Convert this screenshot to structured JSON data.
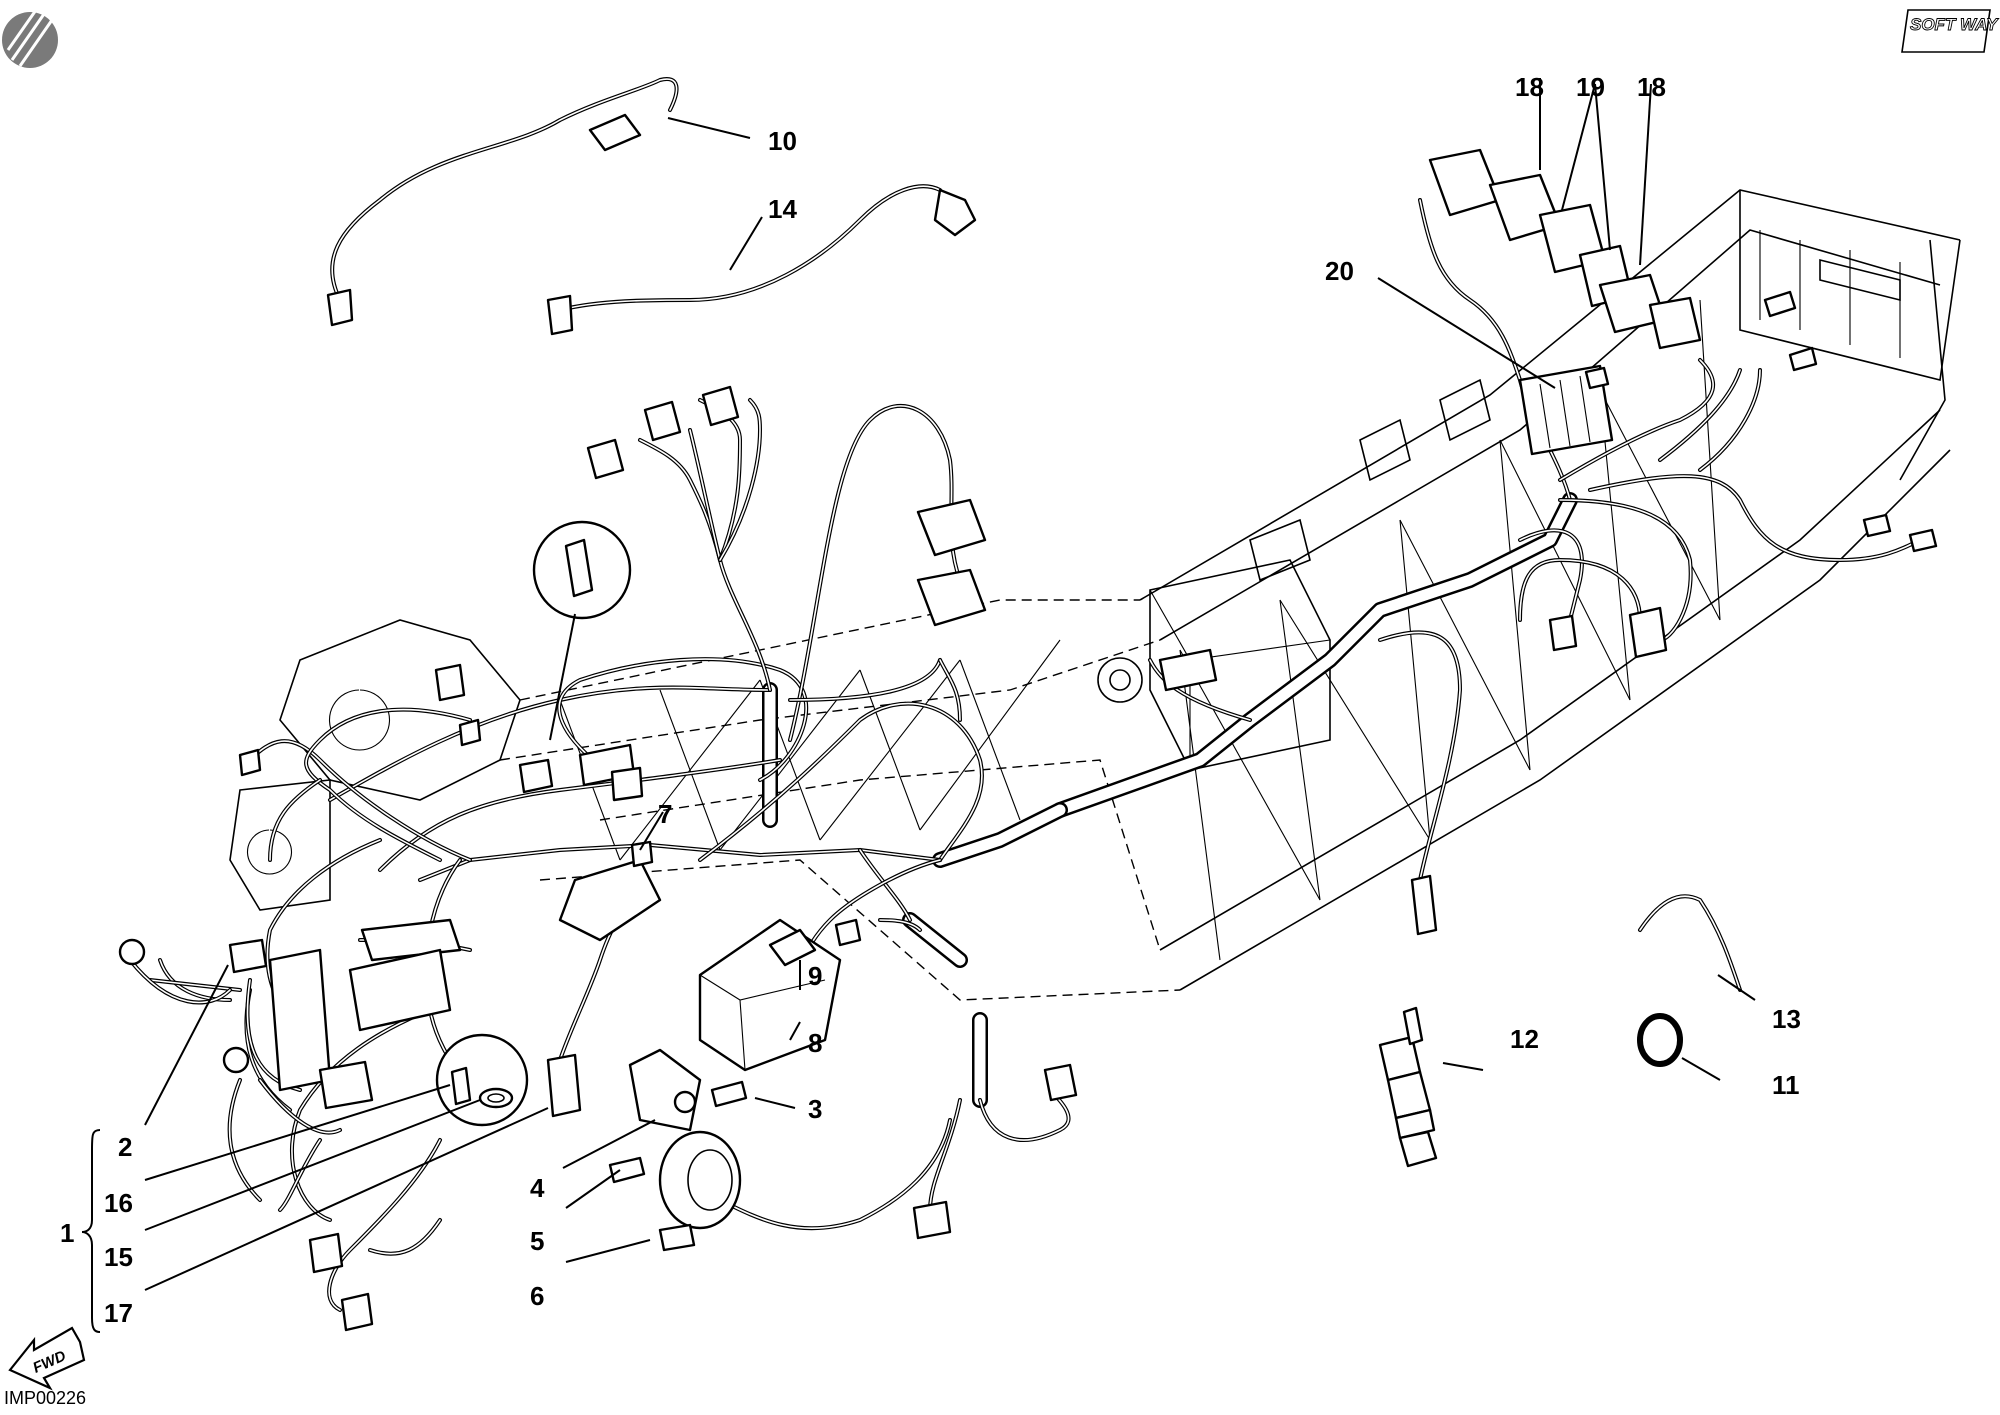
{
  "diagram": {
    "callouts": [
      "1",
      "2",
      "3",
      "4",
      "5",
      "6",
      "7",
      "8",
      "9",
      "10",
      "11",
      "12",
      "13",
      "14",
      "15",
      "16",
      "17",
      "18",
      "19",
      "20"
    ],
    "code": "IMP00226",
    "brand_logo": "SOFT WAY",
    "direction_label": "FWD"
  },
  "icons": {
    "brand": "softway-logo-icon",
    "direction": "forward-arrow-icon",
    "corner": "catalog-badge-icon"
  },
  "colors": {
    "ink": "#000000",
    "paper": "#ffffff",
    "badge": "#7a7a7a"
  }
}
